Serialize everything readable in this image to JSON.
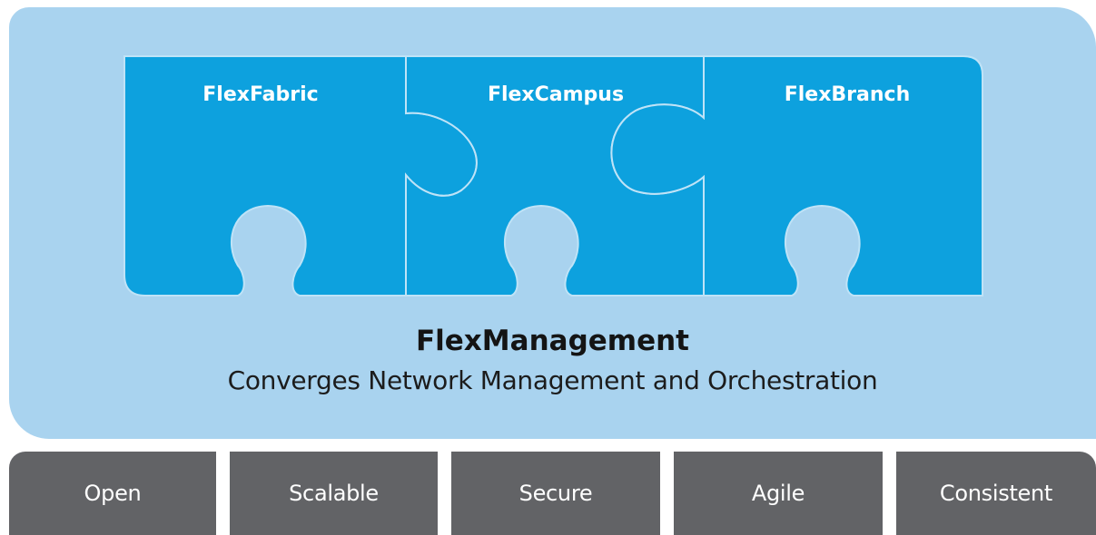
{
  "pieces": [
    {
      "label": "FlexFabric"
    },
    {
      "label": "FlexCampus"
    },
    {
      "label": "FlexBranch"
    }
  ],
  "headline": "FlexManagement",
  "subtitle": "Converges Network Management and Orchestration",
  "attributes": [
    {
      "label": "Open"
    },
    {
      "label": "Scalable"
    },
    {
      "label": "Secure"
    },
    {
      "label": "Agile"
    },
    {
      "label": "Consistent"
    }
  ],
  "colors": {
    "panel": "#a9d3ef",
    "piece": "#0da1de",
    "piece_outline": "#bfe3f7",
    "bar": "#626366",
    "text_dark": "#141414",
    "text_light": "#ffffff"
  }
}
